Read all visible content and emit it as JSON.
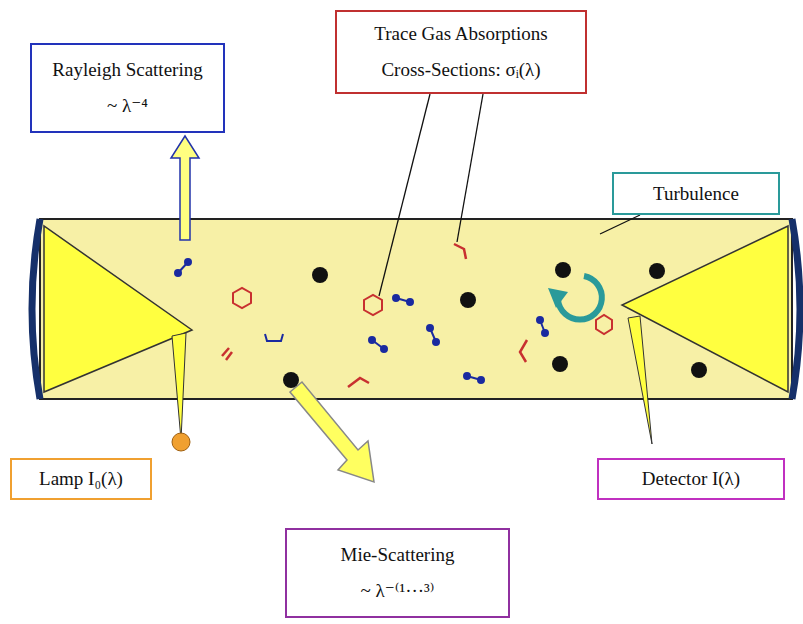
{
  "diagram": {
    "nodes": [
      {
        "text": [
          "Rayleigh Scattering",
          "~ λ⁻⁴"
        ]
      },
      {
        "text": [
          "Trace Gas Absorptions",
          "Cross-Sections: σᵢ(λ)"
        ]
      },
      {
        "text": [
          "Turbulence"
        ]
      },
      {
        "text": [
          "Lamp I₀(λ)"
        ]
      },
      {
        "text": [
          "Detector I(λ)"
        ]
      },
      {
        "text": [
          "Mie-Scattering",
          "~ λ⁻⁽¹···³⁾"
        ]
      }
    ]
  }
}
